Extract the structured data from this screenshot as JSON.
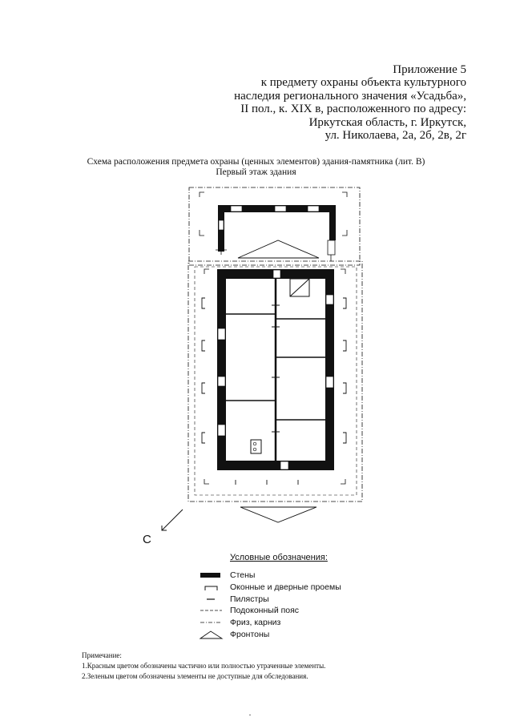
{
  "appendix": {
    "lines": [
      "Приложение 5",
      "к предмету охраны объекта культурного",
      "наследия регионального значения «Усадьба»,",
      "II пол., к. XIX в, расположенного по адресу:",
      "Иркутская область, г. Иркутск,",
      "ул. Николаева, 2а, 2б, 2в, 2г"
    ]
  },
  "scheme": {
    "title": "Схема расположения предмета охраны (ценных элементов) здания-памятника (лит. В)",
    "subtitle": "Первый этаж здания"
  },
  "compass": {
    "label": "С"
  },
  "legend": {
    "title": "Условные обозначения:",
    "items": [
      {
        "symbol": "wall",
        "label": "Стены"
      },
      {
        "symbol": "opening",
        "label": "Оконные и дверные проемы"
      },
      {
        "symbol": "pilaster",
        "label": "Пилястры"
      },
      {
        "symbol": "sill-belt",
        "label": "Подоконный пояс"
      },
      {
        "symbol": "frieze",
        "label": "Фриз, карниз"
      },
      {
        "symbol": "pediment",
        "label": "Фронтоны"
      }
    ]
  },
  "notes": {
    "title": "Примечание:",
    "lines": [
      "1.Красным цветом обозначены частично или полностью утраченные элементы.",
      "2.Зеленым цветом обозначены элементы не доступные для обследования."
    ]
  },
  "colors": {
    "ink": "#111111",
    "paper": "#ffffff"
  }
}
